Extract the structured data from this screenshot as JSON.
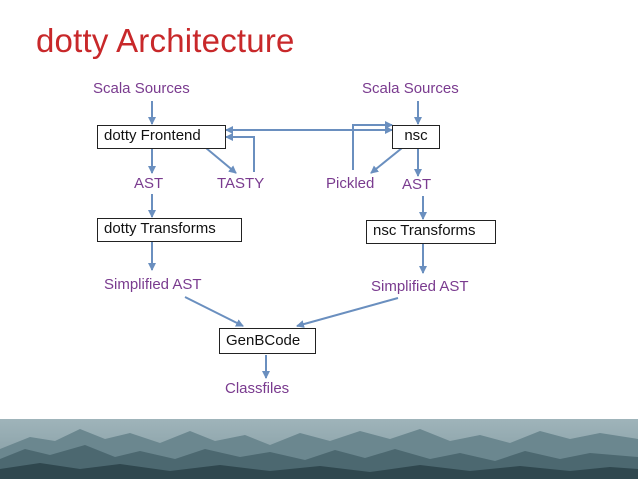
{
  "slide": {
    "title": "dotty Architecture"
  },
  "diagram": {
    "dotty_sources": "Scala Sources",
    "nsc_sources": "Scala Sources",
    "dotty_frontend": "dotty Frontend",
    "nsc": "nsc",
    "ast_left": "AST",
    "tasty": "TASTY",
    "pickled": "Pickled",
    "ast_right": "AST",
    "dotty_transforms": "dotty Transforms",
    "nsc_transforms": "nsc Transforms",
    "simplified_ast_left": "Simplified AST",
    "simplified_ast_right": "Simplified AST",
    "genbcode": "GenBCode",
    "classfiles": "Classfiles"
  },
  "colors": {
    "title": "#c8282a",
    "label": "#7a3b8f",
    "arrow": "#6a8fbf",
    "box_border": "#222222"
  },
  "footer": {
    "image": "mountain-landscape-banner"
  }
}
